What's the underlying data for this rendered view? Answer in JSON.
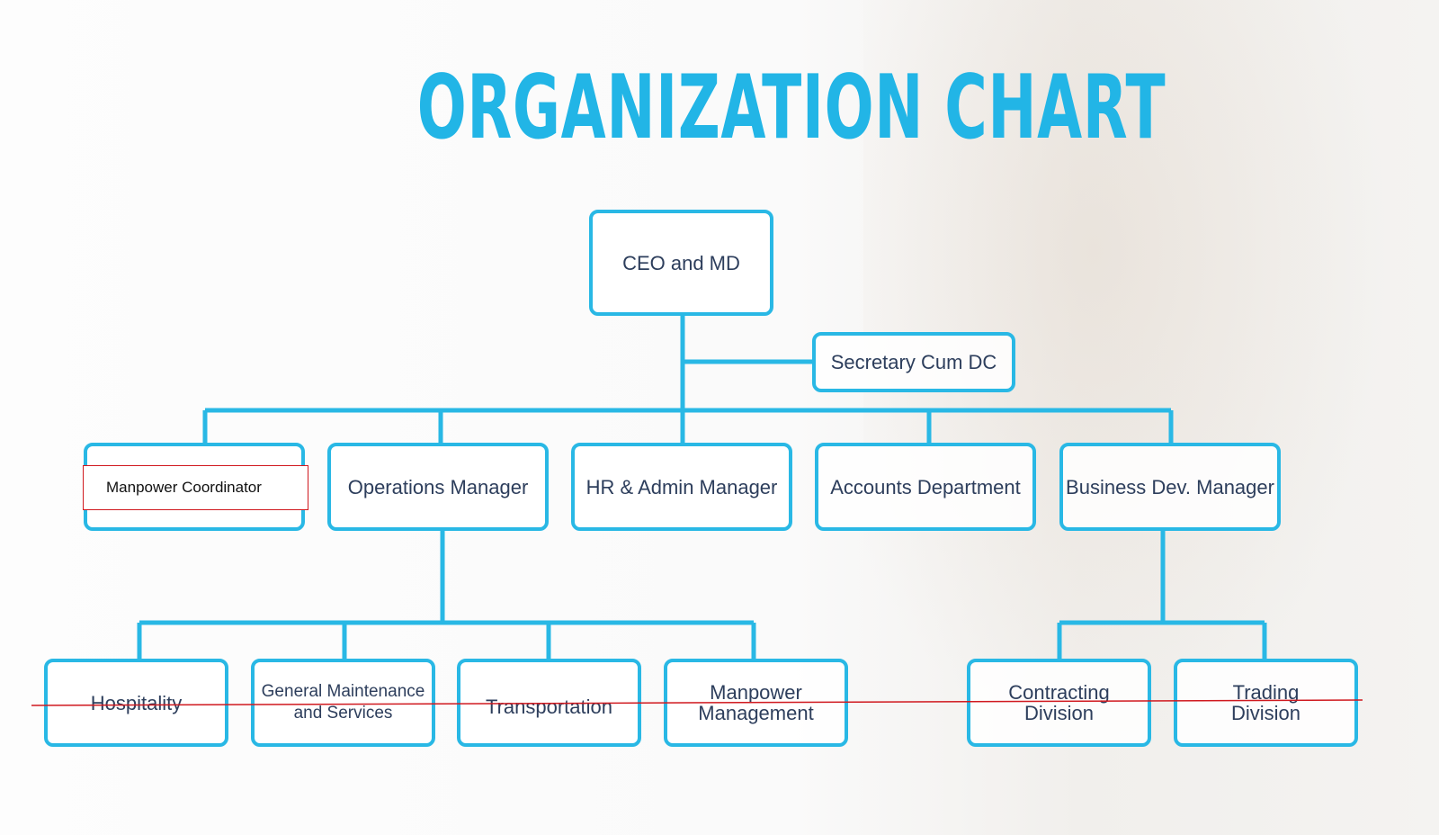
{
  "title": "ORGANIZATION CHART",
  "colors": {
    "accent": "#29b8e5",
    "text": "#2d3e5c",
    "annotation": "#d0191f"
  },
  "nodes": {
    "ceo": "CEO and MD",
    "secretary": "Secretary Cum DC",
    "manpower_coordinator": "Manpower Coordinator",
    "operations_manager": "Operations Manager",
    "hr_admin_manager": "HR & Admin Manager",
    "accounts_department": "Accounts Department",
    "business_dev_manager": "Business Dev. Manager",
    "hospitality": "Hospitality",
    "general_maintenance": "General Maintenance and Services",
    "transportation": "Transportation",
    "manpower_management": "Manpower Management",
    "contracting_division": "Contracting Division",
    "trading_division": "Trading Division"
  }
}
